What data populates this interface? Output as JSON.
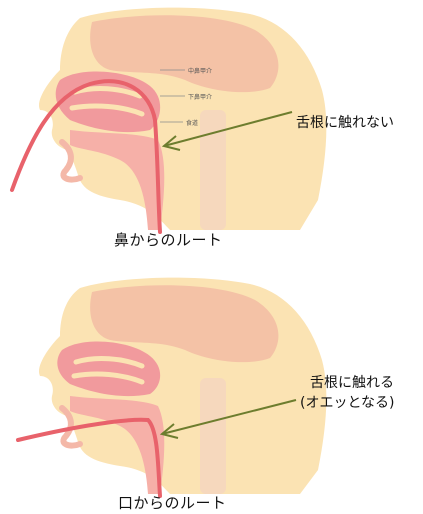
{
  "nasal": {
    "caption": "鼻からのルート",
    "callout": "舌根に触れない",
    "labels": {
      "middle_turbinate": "中鼻甲介",
      "inferior_turbinate": "下鼻甲介",
      "esophagus": "食道"
    }
  },
  "oral": {
    "caption": "口からのルート",
    "callout_line1": "舌根に触れる",
    "callout_line2": "(オエッとなる)"
  },
  "colors": {
    "skin": "#fbe3b3",
    "brain": "#f4c2a6",
    "cavity": "#f19a9d",
    "tube": "#e8626b",
    "bone": "#f6d8bd",
    "arrow": "#6d7d2e"
  }
}
